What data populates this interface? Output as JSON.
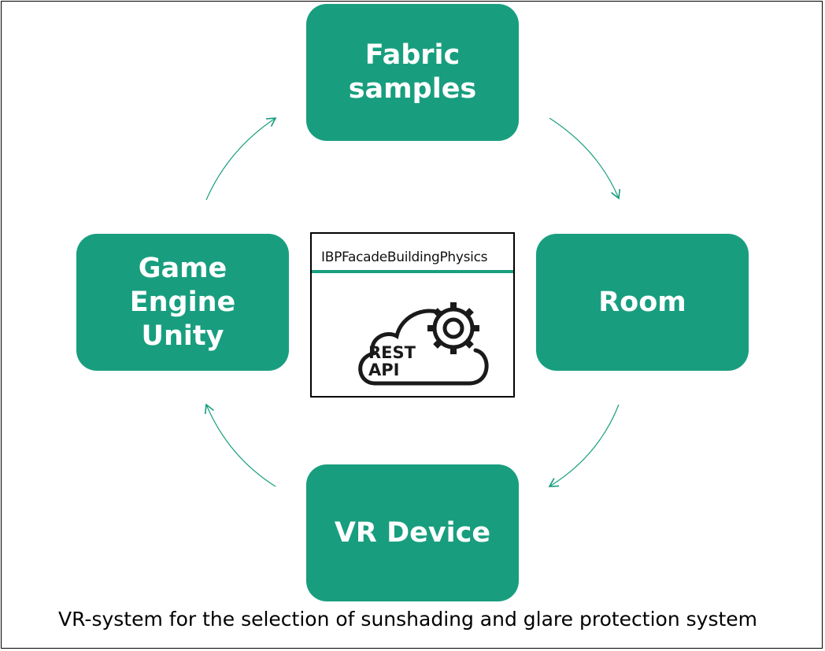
{
  "nodes": {
    "fabric_samples": [
      "Fabric",
      "samples"
    ],
    "room": [
      "Room"
    ],
    "vr_device": [
      "VR Device"
    ],
    "game_engine": [
      "Game",
      "Engine",
      "Unity"
    ]
  },
  "center": {
    "header": "IBPFacadeBuildingPhysics",
    "icon_line1": "REST",
    "icon_line2": "API",
    "icon": "cloud-gear-icon"
  },
  "caption": "VR-system for the selection of sunshading and glare protection system",
  "colors": {
    "node_fill": "#189e7e",
    "node_text": "#ffffff",
    "arrow": "#189e7e"
  }
}
